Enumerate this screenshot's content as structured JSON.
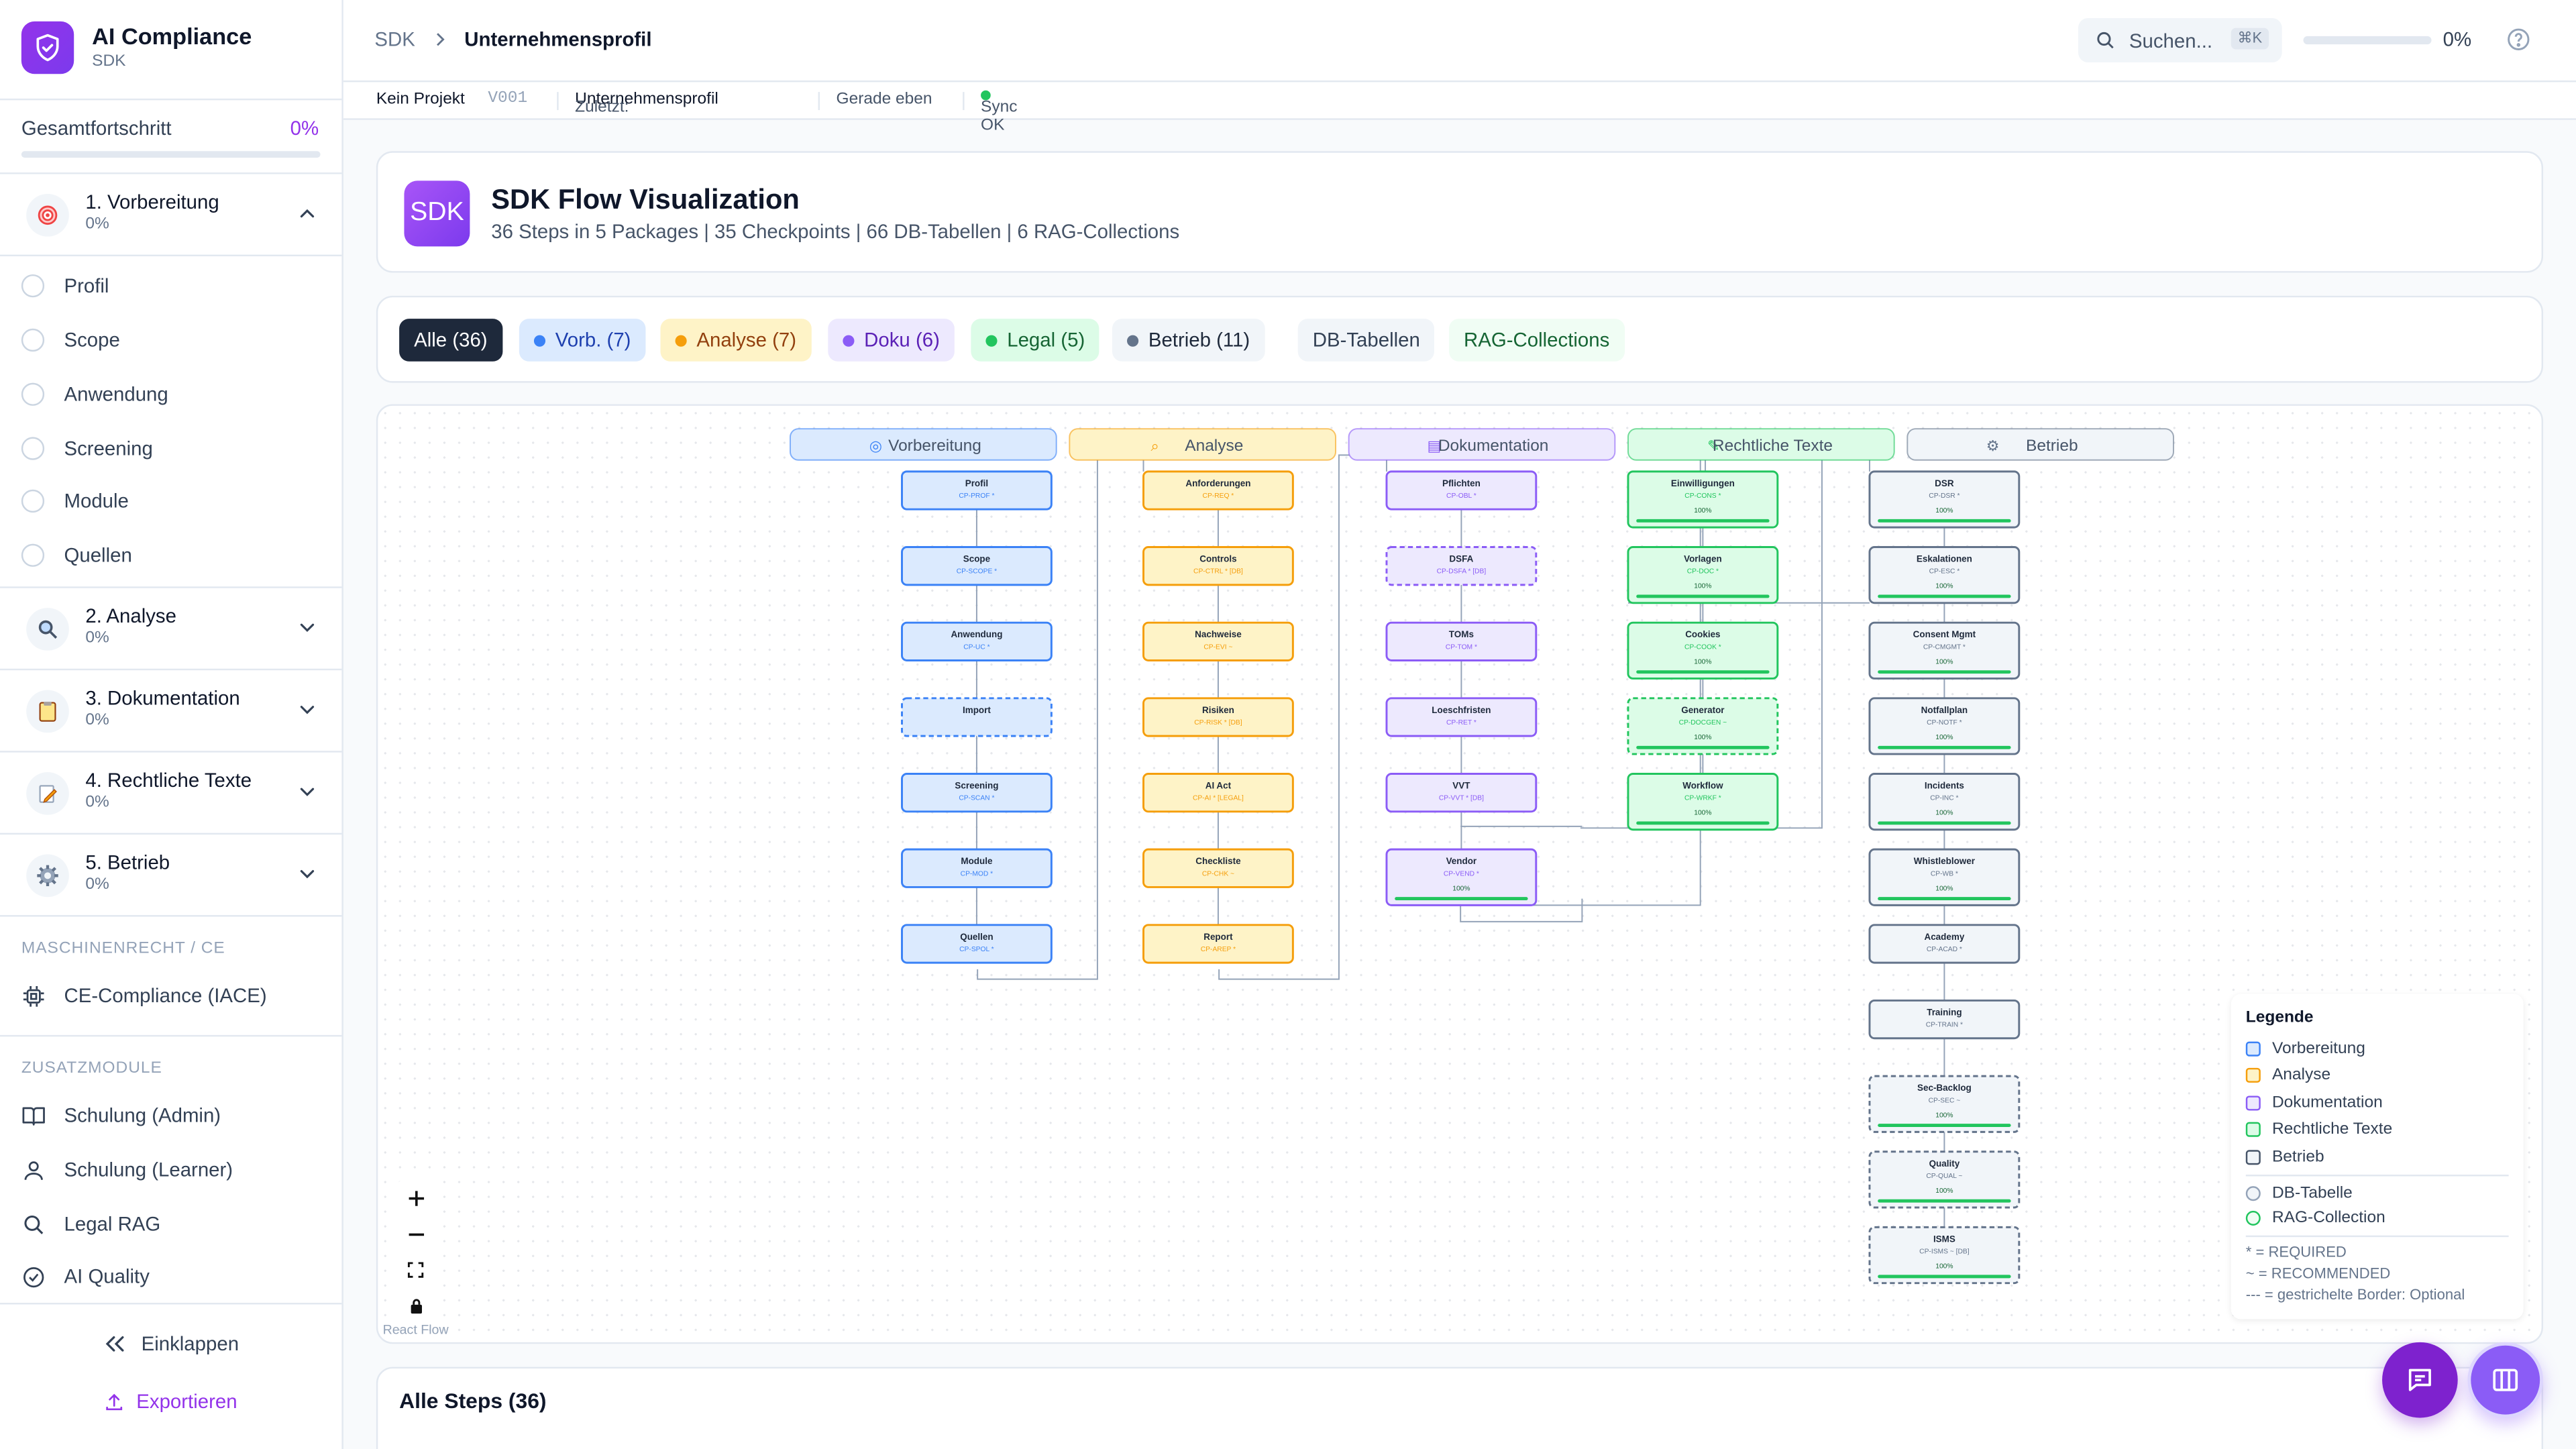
{
  "app": {
    "name": "AI Compliance",
    "subtitle": "SDK",
    "logo_icon": "shield-check-icon"
  },
  "sidebar": {
    "progress_label": "Gesamtfortschritt",
    "progress_value": "0%",
    "progress_fraction": 0,
    "packages": [
      {
        "title": "1. Vorbereitung",
        "progress": "0%",
        "icon": "target-icon",
        "expanded": true,
        "steps": [
          "Profil",
          "Scope",
          "Anwendung",
          "Screening",
          "Module",
          "Quellen"
        ]
      },
      {
        "title": "2. Analyse",
        "progress": "0%",
        "icon": "magnifier-icon",
        "expanded": false
      },
      {
        "title": "3. Dokumentation",
        "progress": "0%",
        "icon": "clipboard-icon",
        "expanded": false
      },
      {
        "title": "4. Rechtliche Texte",
        "progress": "0%",
        "icon": "pencil-icon",
        "expanded": false
      },
      {
        "title": "5. Betrieb",
        "progress": "0%",
        "icon": "gear-icon",
        "expanded": false
      }
    ],
    "machine_section": {
      "heading": "MASCHINENRECHT / CE",
      "items": [
        {
          "label": "CE-Compliance (IACE)",
          "icon": "chip-icon"
        }
      ]
    },
    "extra_section": {
      "heading": "ZUSATZMODULE",
      "items": [
        {
          "label": "Schulung (Admin)",
          "icon": "book-icon"
        },
        {
          "label": "Schulung (Learner)",
          "icon": "user-icon"
        },
        {
          "label": "Legal RAG",
          "icon": "search-icon"
        },
        {
          "label": "AI Quality",
          "icon": "check-circle-icon"
        }
      ]
    },
    "collapse_label": "Einklappen",
    "export_label": "Exportieren"
  },
  "topbar": {
    "breadcrumb": [
      "SDK",
      "Unternehmensprofil"
    ],
    "search_placeholder": "Suchen...",
    "search_shortcut": "⌘K",
    "progress_value": "0%",
    "progress_fraction": 0
  },
  "status": {
    "project": "Kein Projekt",
    "version": "V001",
    "last_label": "Zuletzt:",
    "last_value": "Unternehmensprofil",
    "time": "Gerade eben",
    "sync": "Sync OK"
  },
  "header": {
    "logo_text": "SDK",
    "title": "SDK Flow Visualization",
    "subtitle": "36 Steps in 5 Packages | 35 Checkpoints | 66 DB-Tabellen | 6 RAG-Collections"
  },
  "filters": [
    {
      "label": "Alle (36)",
      "active": true
    },
    {
      "label": "Vorb. (7)",
      "color": "#3b82f6"
    },
    {
      "label": "Analyse (7)",
      "color": "#f59e0b"
    },
    {
      "label": "Doku (6)",
      "color": "#8b5cf6"
    },
    {
      "label": "Legal (5)",
      "color": "#22c55e"
    },
    {
      "label": "Betrieb (11)",
      "color": "#64748b"
    },
    {
      "label": "DB-Tabellen"
    },
    {
      "label": "RAG-Collections"
    }
  ],
  "flow": {
    "columns": [
      {
        "label": "Vorbereitung",
        "icon": "target-icon",
        "color": "#3b82f6",
        "fill": "#dbeafe",
        "nodes": [
          {
            "name": "Profil",
            "cp": "CP-PROF *"
          },
          {
            "name": "Scope",
            "cp": "CP-SCOPE *"
          },
          {
            "name": "Anwendung",
            "cp": "CP-UC *"
          },
          {
            "name": "Import",
            "cp": "",
            "dashed": true
          },
          {
            "name": "Screening",
            "cp": "CP-SCAN *"
          },
          {
            "name": "Module",
            "cp": "CP-MOD *"
          },
          {
            "name": "Quellen",
            "cp": "CP-SPOL *"
          }
        ]
      },
      {
        "label": "Analyse",
        "icon": "magnifier-icon",
        "color": "#f59e0b",
        "fill": "#fef3c7",
        "nodes": [
          {
            "name": "Anforderungen",
            "cp": "CP-REQ *"
          },
          {
            "name": "Controls",
            "cp": "CP-CTRL * [DB]"
          },
          {
            "name": "Nachweise",
            "cp": "CP-EVI ~"
          },
          {
            "name": "Risiken",
            "cp": "CP-RISK * [DB]"
          },
          {
            "name": "AI Act",
            "cp": "CP-AI * [LEGAL]"
          },
          {
            "name": "Checkliste",
            "cp": "CP-CHK ~"
          },
          {
            "name": "Report",
            "cp": "CP-AREP *"
          }
        ]
      },
      {
        "label": "Dokumentation",
        "icon": "clipboard-icon",
        "color": "#8b5cf6",
        "fill": "#ede9fe",
        "nodes": [
          {
            "name": "Pflichten",
            "cp": "CP-OBL *"
          },
          {
            "name": "DSFA",
            "cp": "CP-DSFA * [DB]",
            "dashed": true
          },
          {
            "name": "TOMs",
            "cp": "CP-TOM *"
          },
          {
            "name": "Loeschfristen",
            "cp": "CP-RET *"
          },
          {
            "name": "VVT",
            "cp": "CP-VVT * [DB]"
          },
          {
            "name": "Vendor",
            "cp": "CP-VEND *",
            "pct": "100%"
          }
        ]
      },
      {
        "label": "Rechtliche Texte",
        "icon": "pencil-icon",
        "color": "#22c55e",
        "fill": "#dcfce7",
        "nodes": [
          {
            "name": "Einwilligungen",
            "cp": "CP-CONS *",
            "pct": "100%"
          },
          {
            "name": "Vorlagen",
            "cp": "CP-DOC *",
            "pct": "100%"
          },
          {
            "name": "Cookies",
            "cp": "CP-COOK *",
            "pct": "100%"
          },
          {
            "name": "Generator",
            "cp": "CP-DOCGEN ~",
            "pct": "100%",
            "dashed": true
          },
          {
            "name": "Workflow",
            "cp": "CP-WRKF *",
            "pct": "100%"
          }
        ]
      },
      {
        "label": "Betrieb",
        "icon": "gear-icon",
        "color": "#64748b",
        "fill": "#f1f5f9",
        "nodes": [
          {
            "name": "DSR",
            "cp": "CP-DSR *",
            "pct": "100%"
          },
          {
            "name": "Eskalationen",
            "cp": "CP-ESC *",
            "pct": "100%"
          },
          {
            "name": "Consent Mgmt",
            "cp": "CP-CMGMT *",
            "pct": "100%"
          },
          {
            "name": "Notfallplan",
            "cp": "CP-NOTF *",
            "pct": "100%"
          },
          {
            "name": "Incidents",
            "cp": "CP-INC *",
            "pct": "100%"
          },
          {
            "name": "Whistleblower",
            "cp": "CP-WB *",
            "pct": "100%"
          },
          {
            "name": "Academy",
            "cp": "CP-ACAD *"
          },
          {
            "name": "Training",
            "cp": "CP-TRAIN *"
          },
          {
            "name": "Sec-Backlog",
            "cp": "CP-SEC ~",
            "pct": "100%",
            "dashed": true
          },
          {
            "name": "Quality",
            "cp": "CP-QUAL ~",
            "pct": "100%",
            "dashed": true
          },
          {
            "name": "ISMS",
            "cp": "CP-ISMS ~ [DB]",
            "pct": "100%",
            "dashed": true
          }
        ]
      }
    ],
    "attribution": "React Flow"
  },
  "legend": {
    "title": "Legende",
    "items": [
      {
        "label": "Vorbereitung",
        "color": "#3b82f6"
      },
      {
        "label": "Analyse",
        "color": "#f59e0b"
      },
      {
        "label": "Dokumentation",
        "color": "#8b5cf6"
      },
      {
        "label": "Rechtliche Texte",
        "color": "#22c55e"
      },
      {
        "label": "Betrieb",
        "color": "#475569"
      }
    ],
    "extra": [
      {
        "label": "DB-Tabelle",
        "color": "#94a3b8"
      },
      {
        "label": "RAG-Collection",
        "color": "#22c55e"
      }
    ],
    "notes": [
      "* = REQUIRED",
      "~ = RECOMMENDED",
      "--- = gestrichelte Border: Optional"
    ]
  },
  "steps_section": {
    "title": "Alle Steps (36)"
  },
  "fabs": [
    {
      "icon": "chat-icon"
    },
    {
      "icon": "columns-icon"
    }
  ]
}
